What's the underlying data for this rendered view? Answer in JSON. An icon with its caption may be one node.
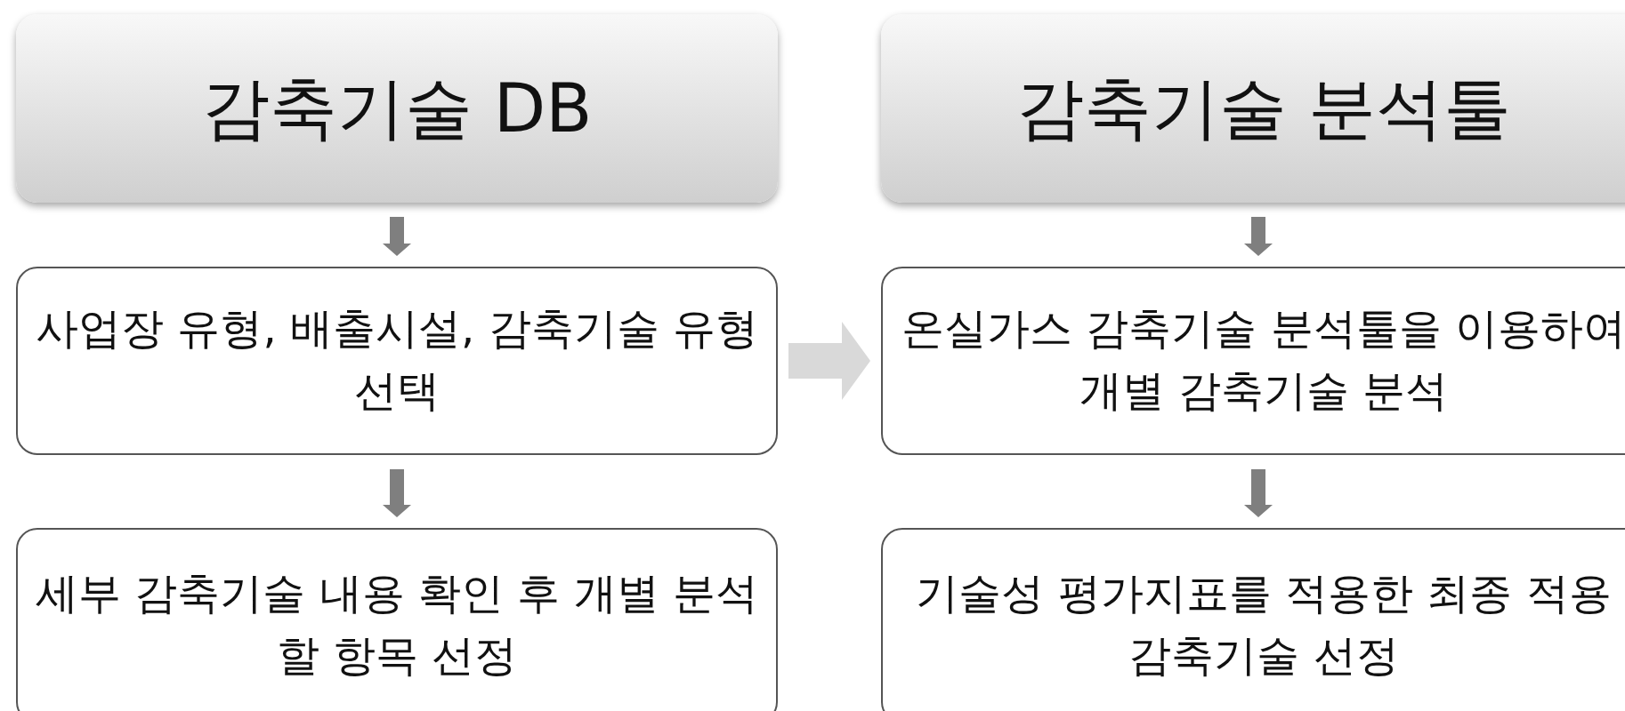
{
  "diagram": {
    "nodes": [
      {
        "text": [
          "감축기술 DB"
        ]
      },
      {
        "text": [
          "감축기술 분석툴"
        ]
      },
      {
        "text": [
          "사업장 유형, 배출시설, 감축기술 유형 선택"
        ]
      },
      {
        "text": [
          "세부 감축기술 내용 확인 후 개별 분석할 항목 선정"
        ]
      },
      {
        "text": [
          "온실가스 감축기술 분석툴을 이용하여 개별 감축기술 분석"
        ]
      },
      {
        "text": [
          "기술성 평가지표를 적용한 최종 적용 감축기술 선정"
        ]
      }
    ],
    "edges": [
      {
        "from": 0,
        "to": 2,
        "arrow": "to"
      },
      {
        "from": 2,
        "to": 3,
        "arrow": "to"
      },
      {
        "from": 1,
        "to": 4,
        "arrow": "to"
      },
      {
        "from": 4,
        "to": 5,
        "arrow": "to"
      },
      {
        "from": 2,
        "to": 4,
        "arrow": "to",
        "style": "thick",
        "color": "#d9d9d9"
      }
    ]
  }
}
